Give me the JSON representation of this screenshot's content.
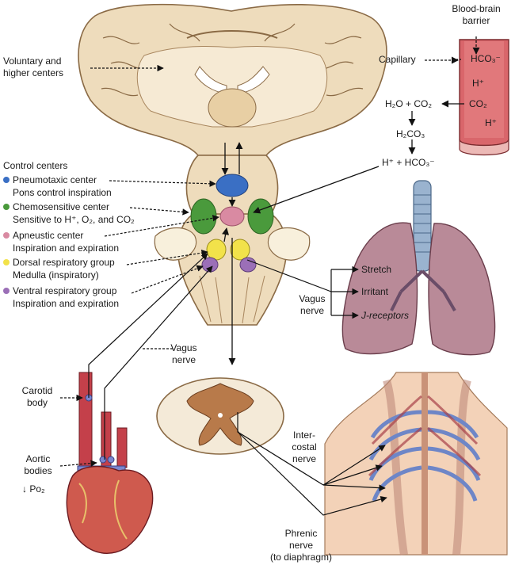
{
  "colors": {
    "pneumotaxic": "#3a6fc4",
    "chemosensitive": "#4a9a3c",
    "apneustic": "#d98aa2",
    "dorsal": "#f2e24a",
    "ventral": "#9b6fb7",
    "brain_tissue": "#eedcbc",
    "brain_outline": "#8a6a45",
    "lung": "#b98a98",
    "capillary": "#d9666b",
    "heart": "#cf5a4e",
    "arteries": "#c4404a",
    "veins": "#7b86cf"
  },
  "labels": {
    "voluntary": [
      "Voluntary and",
      "higher centers"
    ],
    "bbb": [
      "Blood-brain",
      "barrier"
    ],
    "capillary": "Capillary",
    "control_centers": "Control centers",
    "pneumotaxic": "Pneumotaxic center",
    "pneumotaxic_sub": "Pons control inspiration",
    "chemosensitive": "Chemosensitive center",
    "chemosensitive_sub": "Sensitive to H⁺, O₂, and CO₂",
    "apneustic": "Apneustic center",
    "apneustic_sub": "Inspiration and expiration",
    "dorsal": "Dorsal respiratory group",
    "dorsal_sub": "Medulla (inspiratory)",
    "ventral": "Ventral respiratory group",
    "ventral_sub": "Inspiration and expiration",
    "vagus_lung": [
      "Vagus",
      "nerve"
    ],
    "stretch": "Stretch",
    "irritant": "Irritant",
    "j_receptors": "J-receptors",
    "vagus_mid": [
      "Vagus",
      "nerve"
    ],
    "carotid": [
      "Carotid",
      "body"
    ],
    "aortic": [
      "Aortic",
      "bodies"
    ],
    "po2": "↓ Po₂",
    "intercostal": [
      "Inter-",
      "costal",
      "nerve"
    ],
    "phrenic": [
      "Phrenic",
      "nerve",
      "(to diaphragm)"
    ]
  },
  "chemistry": {
    "cap_hco3": "HCO₃⁻",
    "cap_h1": "H⁺",
    "cap_co2": "CO₂",
    "cap_h2": "H⁺",
    "water_co2": "H₂O + CO₂",
    "carbonic": "H₂CO₃",
    "dissoc": "H⁺ + HCO₃⁻"
  }
}
